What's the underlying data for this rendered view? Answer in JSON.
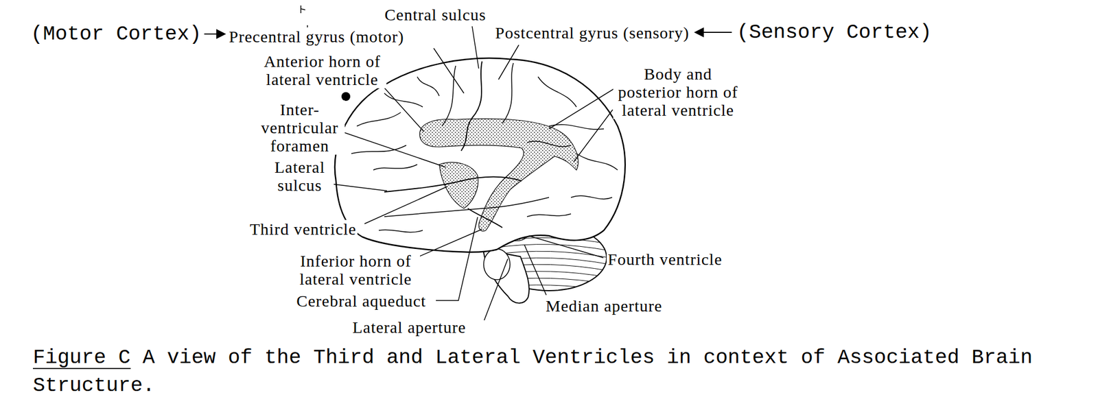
{
  "diagram": {
    "caption": "Figure C A view of the Third and Lateral Ventricles in context of Associated Brain Structure.",
    "labels": [
      "(Motor Cortex)",
      "Precentral gyrus (motor)",
      "Central sulcus",
      "Postcentral gyrus (sensory)",
      "(Sensory Cortex)",
      "Anterior horn of lateral ventricle",
      "Body and posterior horn of lateral ventricle",
      "Inter- ventricular foramen",
      "Lateral sulcus",
      "Third ventricle",
      "Inferior horn of lateral ventricle",
      "Cerebral aqueduct",
      "Lateral aperture",
      "Median aperture",
      "Fourth ventricle"
    ]
  }
}
